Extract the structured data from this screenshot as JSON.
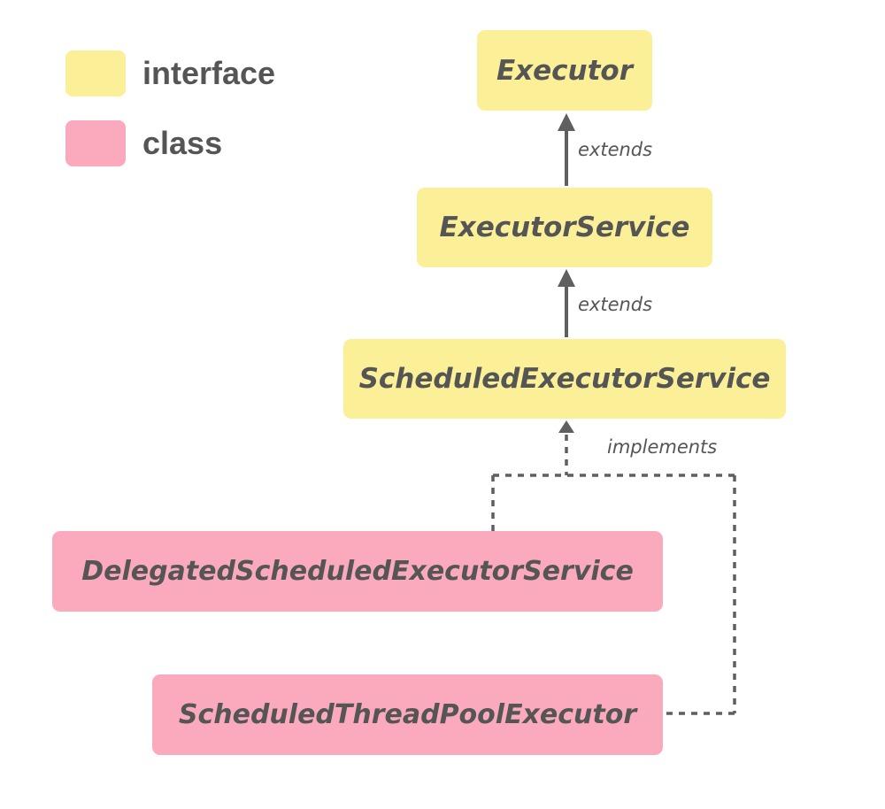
{
  "colors": {
    "interface_fill": "#fbf097",
    "class_fill": "#fbaabd",
    "text": "#555555",
    "connector": "#5f5f5f"
  },
  "legend": {
    "interface_label": "interface",
    "class_label": "class"
  },
  "nodes": {
    "executor": "Executor",
    "executor_service": "ExecutorService",
    "scheduled_executor_service": "ScheduledExecutorService",
    "delegated_scheduled_executor_service": "DelegatedScheduledExecutorService",
    "scheduled_thread_pool_executor": "ScheduledThreadPoolExecutor"
  },
  "edges": {
    "extends_1": "extends",
    "extends_2": "extends",
    "implements": "implements"
  }
}
